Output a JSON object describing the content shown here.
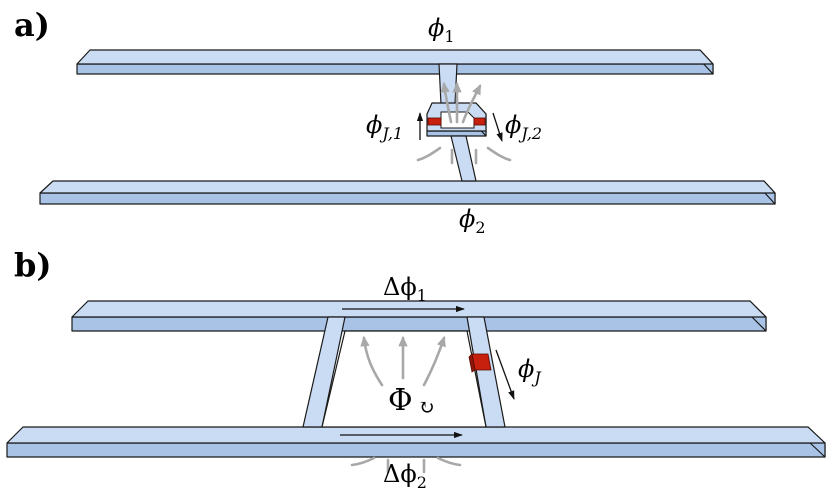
{
  "panel_a": {
    "label": "a)",
    "top_phase": {
      "base": "ϕ",
      "sub": "1"
    },
    "bottom_phase": {
      "base": "ϕ",
      "sub": "2"
    },
    "junction_left": {
      "base": "ϕ",
      "sub": "J,1"
    },
    "junction_right": {
      "base": "ϕ",
      "sub": "J,2"
    }
  },
  "panel_b": {
    "label": "b)",
    "top_phase": {
      "base": "Δϕ",
      "sub": "1"
    },
    "bottom_phase": {
      "base": "Δϕ",
      "sub": "2"
    },
    "junction": {
      "base": "ϕ",
      "sub": "J"
    },
    "flux": {
      "symbol": "Φ",
      "circulation": "↻"
    }
  },
  "colors": {
    "superconductor_top": "#c9dcf3",
    "superconductor_side": "#a9c3e6",
    "junction": "#c8200e",
    "field_lines": "#a8a8a8",
    "outline": "#1a1a1a"
  }
}
